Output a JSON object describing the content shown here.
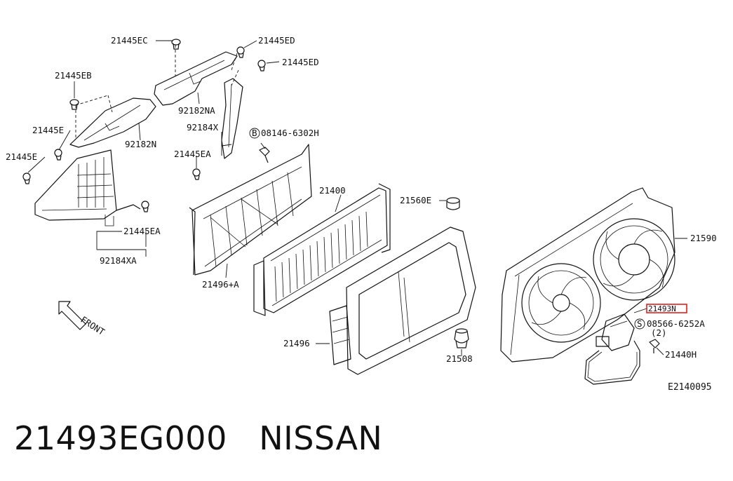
{
  "labels": {
    "p21445EC": "21445EC",
    "p21445ED_top": "21445ED",
    "p21445ED_second": "21445ED",
    "p21445EB": "21445EB",
    "p92182NA": "92182NA",
    "p92184X": "92184X",
    "p21445E_upper": "21445E",
    "p92182N": "92182N",
    "p21445E_lower": "21445E",
    "p21445EA_upper": "21445EA",
    "p08146_6302H": "08146-6302H",
    "p08146_symbol": "B",
    "p21400": "21400",
    "p21560E": "21560E",
    "p21590": "21590",
    "p21445EA_lower": "21445EA",
    "p92184XA": "92184XA",
    "p21496A": "21496+A",
    "p21493N": "21493N",
    "p08566_6252A": "08566-6252A",
    "p08566_symbol": "S",
    "p08566_qty": "(2)",
    "p21440H": "21440H",
    "p21496": "21496",
    "p21508": "21508",
    "front": "FRONT",
    "diagram_code": "E2140095"
  },
  "caption": {
    "part_number": "21493EG000",
    "brand": "NISSAN"
  },
  "highlight_color": "#e02020"
}
